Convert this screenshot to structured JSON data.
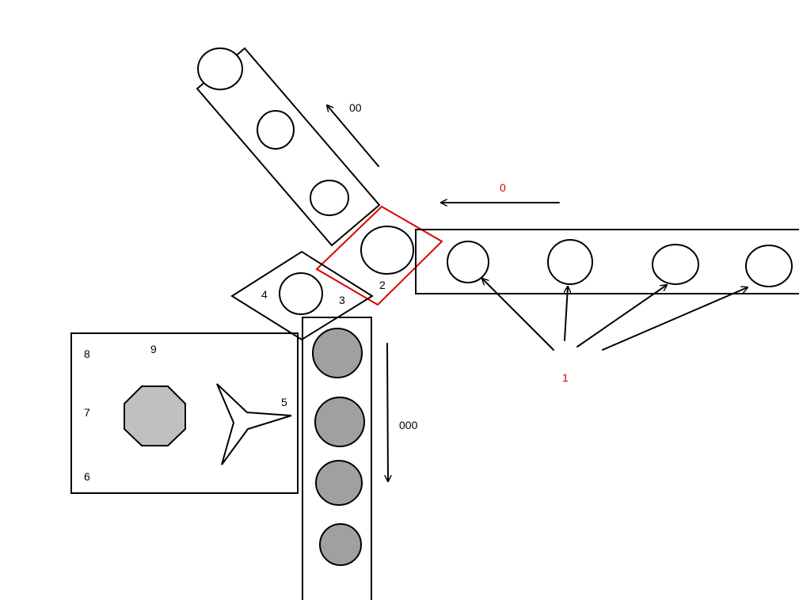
{
  "labels": {
    "arrow_top": "00",
    "arrow_right": "0",
    "arrow_down": "000",
    "pointer": "1",
    "red_box": "2",
    "diamond_right": "3",
    "diamond_left": "4",
    "box_right": "5",
    "box_bottom_left": "6",
    "box_mid_left": "7",
    "box_top_left": "8",
    "box_top": "9"
  },
  "colors": {
    "highlight": "#dd0000",
    "red_label": "#cc0000",
    "grey_disc": "#a0a0a0",
    "octagon_fill": "#c0c0c0",
    "stroke": "#000000"
  }
}
